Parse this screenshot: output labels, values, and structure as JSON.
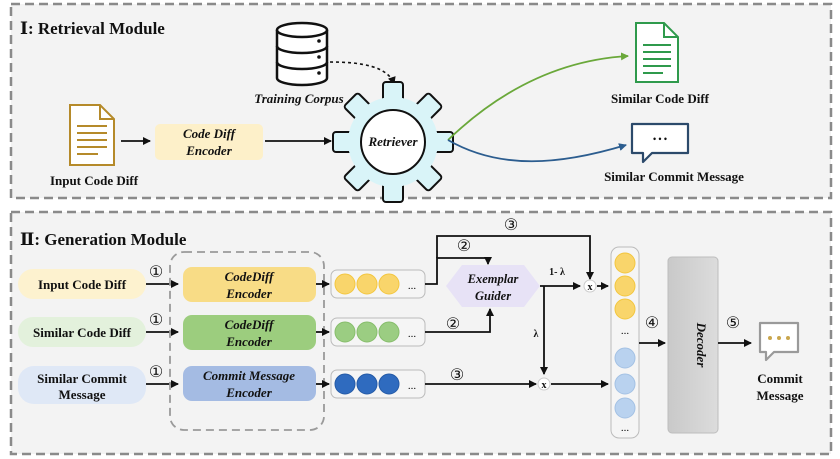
{
  "retrieval": {
    "title": "Ⅰ: Retrieval Module",
    "training_corpus": "Training Corpus",
    "input_code_diff": "Input Code Diff",
    "encoder_line1": "Code Diff",
    "encoder_line2": "Encoder",
    "retriever": "Retriever",
    "similar_code_diff": "Similar Code Diff",
    "similar_commit_message": "Similar Commit Message",
    "chat_dots": "• • •"
  },
  "generation": {
    "title": "Ⅱ: Generation Module",
    "inputs": [
      "Input Code Diff",
      "Similar Code Diff",
      "Similar Commit",
      "Message"
    ],
    "enc1_line1": "CodeDiff",
    "enc1_line2": "Encoder",
    "enc2_line1": "CodeDiff",
    "enc2_line2": "Encoder",
    "enc3_line1": "Commit Message",
    "enc3_line2": "Encoder",
    "ellipsis": "...",
    "guider_line1": "Exemplar",
    "guider_line2": "Guider",
    "one_minus_lambda": "1- λ",
    "lambda": "λ",
    "mult": "x",
    "decoder": "Decoder",
    "output_line1": "Commit",
    "output_line2": "Message",
    "steps": [
      "①",
      "②",
      "③",
      "④",
      "⑤"
    ],
    "col_ellipsis_top": "...",
    "col_ellipsis_bottom": "..."
  },
  "colors": {
    "yellow": "#f9d56b",
    "green": "#9bcd82",
    "blue": "#2f6bbf",
    "lightblue": "#b9d2ef",
    "gray": "#cfcfcf"
  }
}
